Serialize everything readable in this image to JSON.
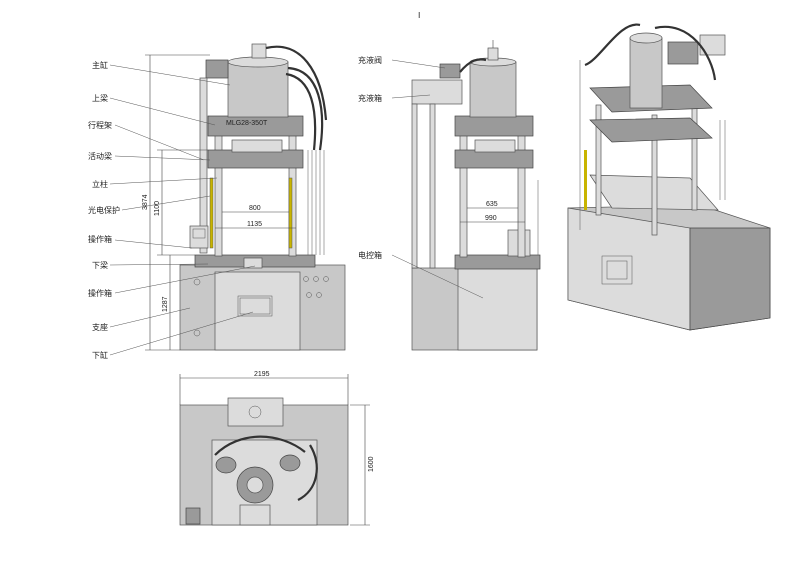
{
  "page_mark": "I",
  "front_view": {
    "labels": [
      "主缸",
      "上梁",
      "行程架",
      "活动梁",
      "立柱",
      "光电保护",
      "操作箱",
      "下梁",
      "操作箱",
      "支座",
      "下缸"
    ],
    "plate_text": "MLG28-350T",
    "dims": {
      "height_total": "3874",
      "stroke": "1100",
      "table_height": "1287",
      "inner_width": "800",
      "outer_width": "1135"
    }
  },
  "side_view": {
    "labels": [
      "充液阀",
      "充液箱",
      "电控箱"
    ],
    "dims": {
      "inner_depth": "635",
      "outer_depth": "990"
    }
  },
  "top_view": {
    "dims": {
      "width": "2195",
      "depth": "1600"
    }
  },
  "colors": {
    "line": "#444444",
    "body": "#c8c8c8",
    "dark": "#9a9a9a",
    "hose": "#333333"
  }
}
